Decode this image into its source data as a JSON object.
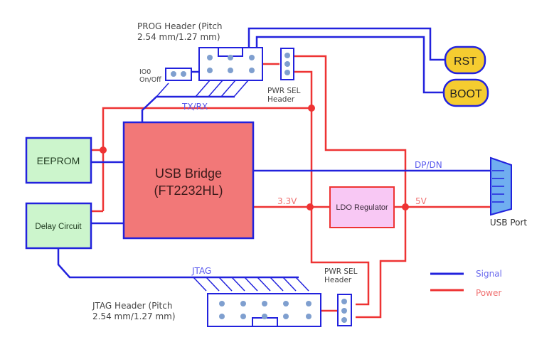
{
  "colors": {
    "signal": "#2222dd",
    "power": "#ee3333",
    "block_green": "#ccf5cc",
    "block_red": "#f27878",
    "block_pink": "#f8c8f4",
    "block_yellow": "#f5cc30",
    "usb_port": "#70aef0",
    "pin": "#7f9fcf"
  },
  "blocks": {
    "usb_bridge": {
      "line1": "USB Bridge",
      "line2": "(FT2232HL)"
    },
    "eeprom": "EEPROM",
    "delay_circuit": "Delay Circuit",
    "ldo_regulator": "LDO Regulator",
    "rst": "RST",
    "boot": "BOOT",
    "usb_port": "USB Port"
  },
  "labels": {
    "prog_header": {
      "line1": "PROG Header (Pitch",
      "line2": "2.54 mm/1.27 mm)"
    },
    "jtag_header": {
      "line1": "JTAG Header (Pitch",
      "line2": "2.54 mm/1.27 mm)"
    },
    "io0": {
      "line1": "IO0",
      "line2": "On/Off"
    },
    "pwr_sel_top": {
      "line1": "PWR SEL",
      "line2": "Header"
    },
    "pwr_sel_bottom": {
      "line1": "PWR SEL",
      "line2": "Header"
    },
    "txrx": "TX/RX",
    "dpdn": "DP/DN",
    "v33": "3.3V",
    "v5": "5V",
    "jtag": "JTAG"
  },
  "legend": {
    "signal": "Signal",
    "power": "Power"
  }
}
